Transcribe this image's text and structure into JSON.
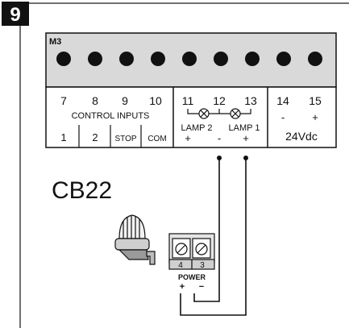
{
  "step": {
    "number": "9"
  },
  "board": {
    "label": "M3",
    "terminal_count": 9,
    "numbers": [
      "7",
      "8",
      "9",
      "10",
      "11",
      "12",
      "13",
      "14",
      "15"
    ],
    "group_control_label": "CONTROL INPUTS",
    "control_inputs": [
      "1",
      "2",
      "STOP",
      "COM"
    ],
    "lamp_labels": [
      "LAMP 2",
      "LAMP 1"
    ],
    "lamp_signs": [
      "+",
      "-",
      "+"
    ],
    "power_signs": [
      "-",
      "+"
    ],
    "power_voltage": "24Vdc"
  },
  "controller": {
    "name": "CB22"
  },
  "device": {
    "terminal_numbers": [
      "4",
      "3"
    ],
    "power_label": "POWER",
    "signs": [
      "+",
      "−"
    ]
  },
  "colors": {
    "line": "#111111",
    "board_fill": "#d9d9d9",
    "badge": "#111111"
  }
}
